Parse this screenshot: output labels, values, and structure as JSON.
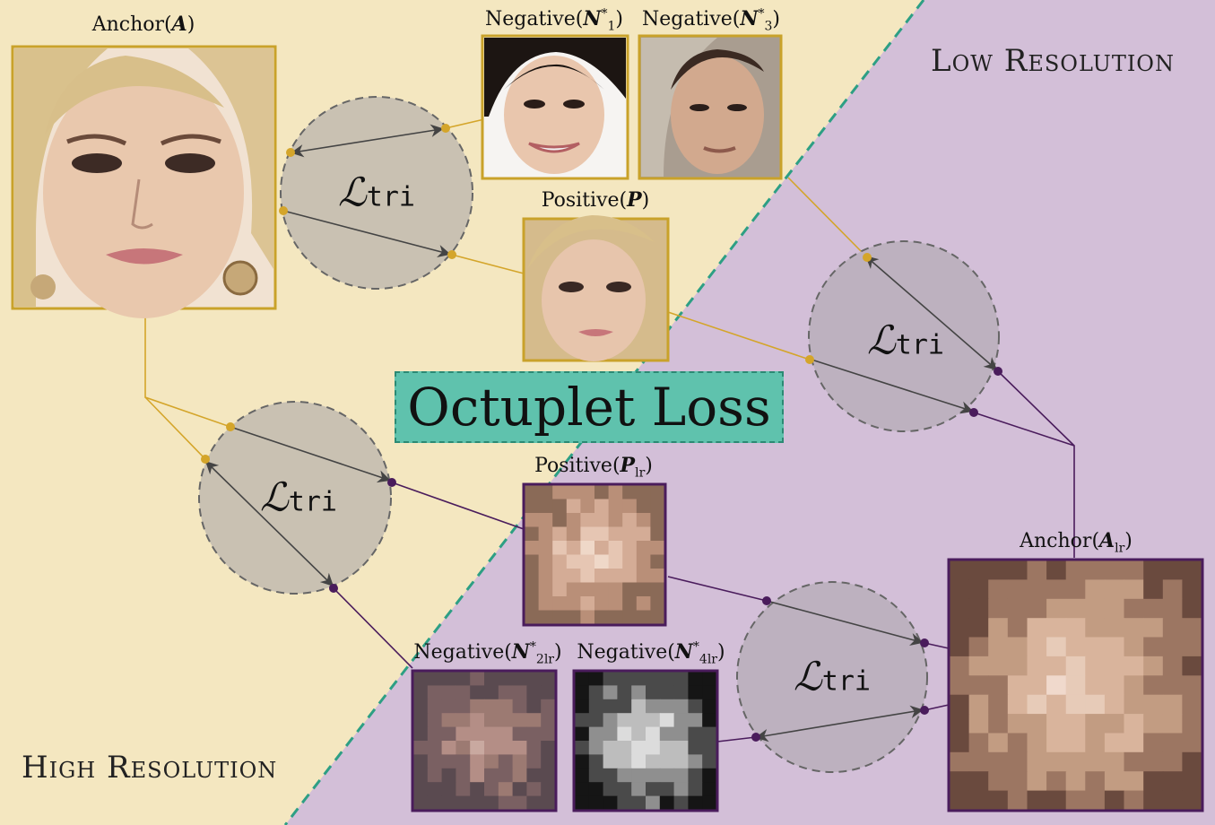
{
  "regions": {
    "high": "High Resolution",
    "low": "Low Resolution"
  },
  "banner": "Octuplet Loss",
  "loss": {
    "symbol": "ℒ",
    "subscript": "tri"
  },
  "labels": {
    "anchor": {
      "word": "Anchor",
      "sym": "A",
      "sub": ""
    },
    "neg1": {
      "word": "Negative",
      "sym": "N",
      "sub": "1",
      "sup": "*"
    },
    "neg3": {
      "word": "Negative",
      "sym": "N",
      "sub": "3",
      "sup": "*"
    },
    "pos": {
      "word": "Positive",
      "sym": "P",
      "sub": ""
    },
    "pos_lr": {
      "word": "Positive",
      "sym": "P",
      "sub": "lr"
    },
    "anchor_lr": {
      "word": "Anchor",
      "sym": "A",
      "sub": "lr"
    },
    "neg2_lr": {
      "word": "Negative",
      "sym": "N",
      "sub": "2lr",
      "sup": "*"
    },
    "neg4_lr": {
      "word": "Negative",
      "sym": "N",
      "sub": "4lr",
      "sup": "*"
    }
  },
  "colors": {
    "high_bg": "#f4e7c0",
    "low_bg": "#d3bfd8",
    "circle_fill": "#c9c1b2",
    "circle_fill_low": "#bdb1bf",
    "hr_line": "#d4a52a",
    "lr_line": "#4a1c5c",
    "divider": "#2d9f84",
    "banner": "#5fc2ad"
  }
}
